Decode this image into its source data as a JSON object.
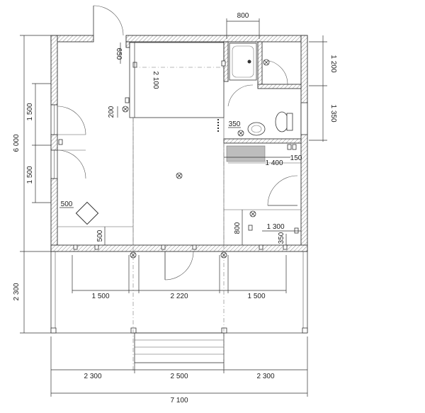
{
  "dimensions": {
    "top_800": "800",
    "right_1200": "1 200",
    "right_1350": "1 350",
    "left_6000": "6 000",
    "left_1500_upper": "1 500",
    "left_1500_lower": "1 500",
    "left_2300": "2 300",
    "inner_650": "650",
    "inner_2100": "2 100",
    "inner_200": "200",
    "inner_350_top": "350",
    "inner_150": "150",
    "inner_1400": "1 400",
    "inner_500_h": "500",
    "inner_500_v": "500",
    "inner_800": "800",
    "inner_1300": "1 300",
    "inner_350_bottom": "350",
    "terrace_1500_left": "1 500",
    "terrace_2220": "2 220",
    "terrace_1500_right": "1 500",
    "bottom_2300_left": "2 300",
    "bottom_2500": "2 500",
    "bottom_2300_right": "2 300",
    "bottom_7100": "7 100"
  },
  "colors": {
    "wall_stroke": "#333333",
    "hatch": "#888888",
    "counter_fill": "#bdbdbd"
  }
}
